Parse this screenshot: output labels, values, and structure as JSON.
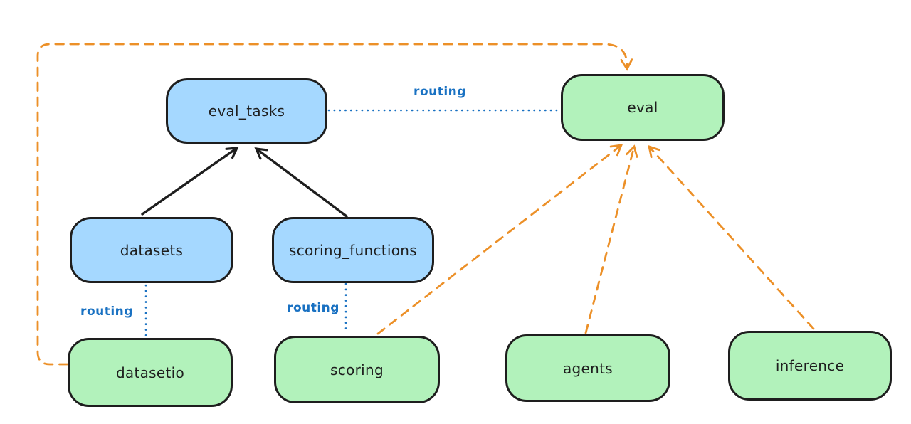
{
  "diagram": {
    "nodes": {
      "eval_tasks": {
        "label": "eval_tasks",
        "kind": "api"
      },
      "eval": {
        "label": "eval",
        "kind": "provider"
      },
      "datasets": {
        "label": "datasets",
        "kind": "api"
      },
      "scoring_functions": {
        "label": "scoring_functions",
        "kind": "api"
      },
      "datasetio": {
        "label": "datasetio",
        "kind": "provider"
      },
      "scoring": {
        "label": "scoring",
        "kind": "provider"
      },
      "agents": {
        "label": "agents",
        "kind": "provider"
      },
      "inference": {
        "label": "inference",
        "kind": "provider"
      }
    },
    "edge_labels": {
      "eval_tasks_to_eval": "routing",
      "datasets_to_datasetio": "routing",
      "scoring_functions_to_scoring": "routing"
    },
    "colors": {
      "api_fill": "#a5d8ff",
      "provider_fill": "#b2f2bb",
      "stroke": "#1e1e1e",
      "routing_blue": "#1971c2",
      "dependency_orange": "#ec9028",
      "background": "#ffffff"
    }
  }
}
